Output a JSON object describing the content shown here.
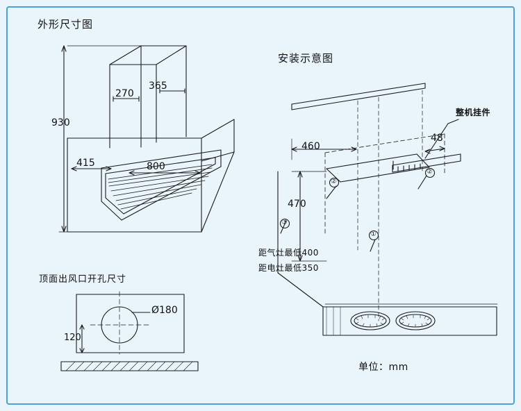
{
  "page": {
    "border_color": "#4aa3d8",
    "background_color": "#eaf4fb",
    "line_color": "#1a1a1a"
  },
  "sections": {
    "outline": {
      "title": "外形尺寸图",
      "dims": {
        "height_930": "930",
        "depth_415": "415",
        "width_800": "800",
        "chimney_270": "270",
        "chimney_365": "365"
      }
    },
    "install": {
      "title": "安装示意图",
      "dims": {
        "d_460": "460",
        "d_48": "48",
        "d_470": "470"
      },
      "callout_hanger": "整机挂件",
      "note_gas": "距气灶最低400",
      "note_electric": "距电灶最低350",
      "markers": {
        "m2": "②",
        "m3": "③",
        "m1": "①"
      }
    },
    "top_outlet": {
      "title": "顶面出风口开孔尺寸",
      "dims": {
        "diameter": "Ø180",
        "offset_120": "120"
      }
    },
    "unit_note": "单位：mm"
  }
}
